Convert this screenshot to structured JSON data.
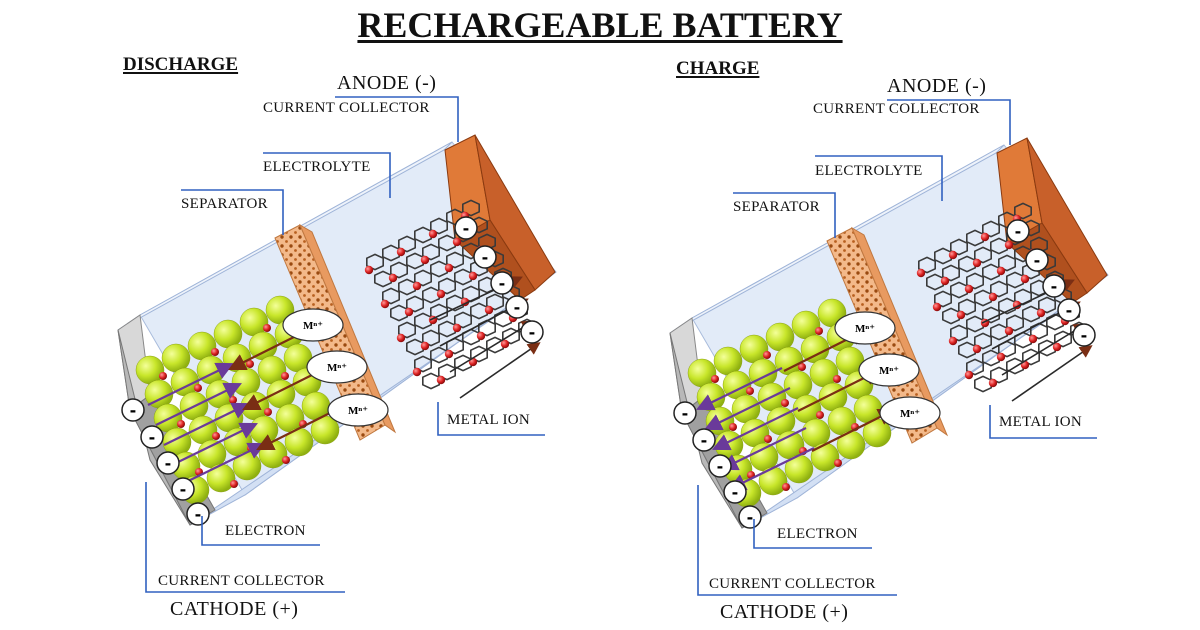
{
  "title": "RECHARGEABLE BATTERY",
  "panels": [
    {
      "mode": "DISCHARGE",
      "labels": {
        "anode": "ANODE (-)",
        "anode_collector": "CURRENT COLLECTOR",
        "electrolyte": "ELECTROLYTE",
        "separator": "SEPARATOR",
        "metal_ion": "METAL ION",
        "electron": "ELECTRON",
        "cathode_collector": "CURRENT COLLECTOR",
        "cathode": "CATHODE (+)"
      },
      "ion_labels": [
        "Mⁿ⁺",
        "Mⁿ⁺",
        "Mⁿ⁺"
      ],
      "electron_sign": "-"
    },
    {
      "mode": "CHARGE",
      "labels": {
        "anode": "ANODE (-)",
        "anode_collector": "CURRENT COLLECTOR",
        "electrolyte": "ELECTROLYTE",
        "separator": "SEPARATOR",
        "metal_ion": "METAL ION",
        "electron": "ELECTRON",
        "cathode_collector": "CURRENT COLLECTOR",
        "cathode": "CATHODE (+)"
      },
      "ion_labels": [
        "Mⁿ⁺",
        "Mⁿ⁺",
        "Mⁿ⁺"
      ],
      "electron_sign": "-"
    }
  ],
  "colors": {
    "electrolyte": "#dfe9f8",
    "anode_collector": "#c8602a",
    "cathode_collector": "#b8b8b8",
    "separator": "#f3b98a",
    "cathode_particle": "#c8e62a",
    "metal_ion": "#dd2222",
    "graphite": "#3a3a3a",
    "discharge_arrow": "#7a2e14",
    "charge_arrow": "#6a3a9a",
    "leader_line": "#3060c0"
  }
}
